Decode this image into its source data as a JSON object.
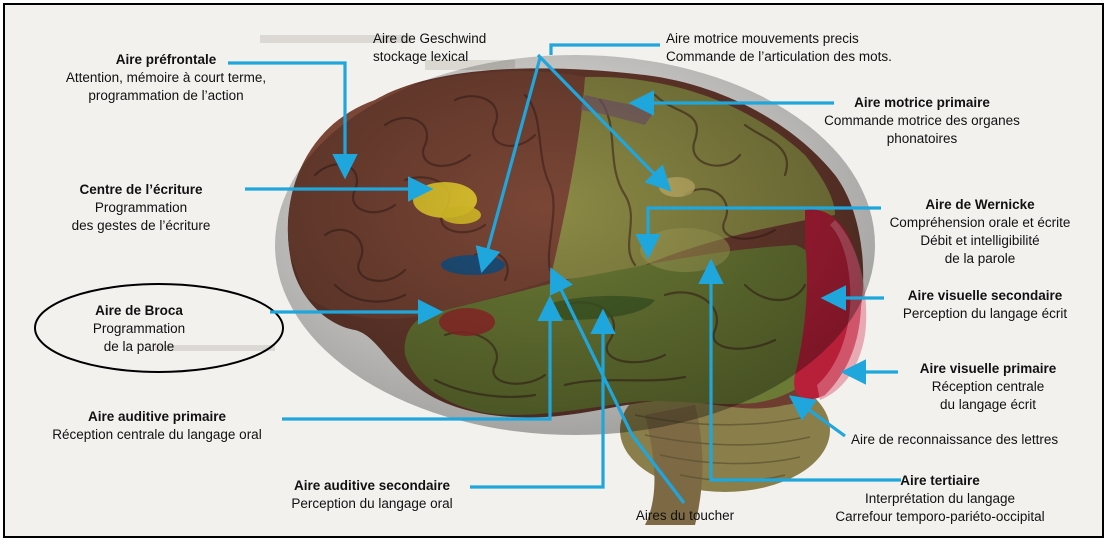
{
  "labels": {
    "prefrontal": {
      "title": "Aire préfrontale",
      "desc": [
        "Attention, mémoire à court terme,",
        "programmation de l’action"
      ]
    },
    "ecriture": {
      "title": "Centre de l’écriture",
      "desc": [
        "Programmation",
        "des gestes de l’écriture"
      ]
    },
    "broca": {
      "title": "Aire de Broca",
      "desc": [
        "Programmation",
        "de la parole"
      ]
    },
    "auditive_primaire": {
      "title": "Aire auditive primaire",
      "desc": [
        "Réception centrale du langage oral"
      ]
    },
    "auditive_secondaire": {
      "title": "Aire auditive secondaire",
      "desc": [
        "Perception du langage oral"
      ]
    },
    "toucher": {
      "text": "Aires du toucher"
    },
    "geschwind": {
      "lines": [
        "Aire de Geschwind",
        "stockage lexical"
      ]
    },
    "motrice_precis": {
      "lines": [
        "Aire motrice mouvements precis",
        "Commande de l’articulation des mots."
      ]
    },
    "motrice_primaire": {
      "title": "Aire motrice primaire",
      "desc": [
        "Commande motrice des organes",
        "phonatoires"
      ]
    },
    "wernicke": {
      "title": "Aire de Wernicke",
      "desc": [
        "Compréhension orale et écrite",
        "Débit et intelligibilité",
        "de la parole"
      ]
    },
    "visuelle_secondaire": {
      "title": "Aire visuelle secondaire",
      "desc": [
        "Perception du langage écrit"
      ]
    },
    "visuelle_primaire": {
      "title": "Aire visuelle primaire",
      "desc": [
        "Réception centrale",
        "du langage écrit"
      ]
    },
    "lettres": {
      "text": "Aire de reconnaissance des lettres"
    },
    "tertiaire": {
      "title": "Aire tertiaire",
      "desc": [
        "Interprétation du langage",
        "Carrefour temporo-pariéto-occipital"
      ]
    }
  },
  "colors": {
    "arrow": "#1fa6dc",
    "frontal": "#7a4636",
    "temporal": "#6b7a35",
    "parietal": "#8c8a45",
    "occipital": "#b8203a",
    "writing_center": "#e8cf2e",
    "geschwind_spot": "#1f4f7a",
    "background": "#f2f1ee"
  }
}
